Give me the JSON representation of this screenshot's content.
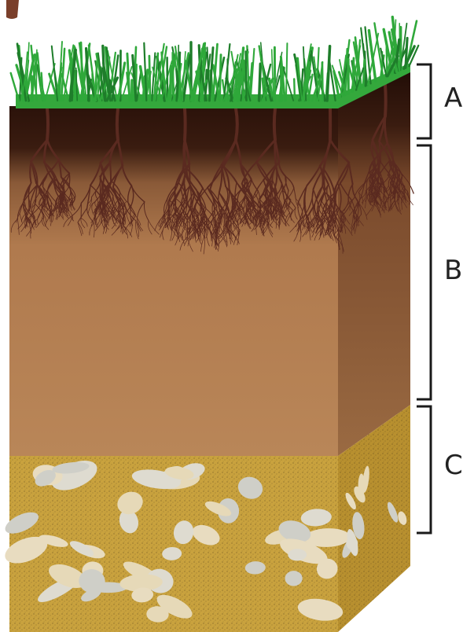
{
  "horizons": [
    {
      "id": "A",
      "label": "A"
    },
    {
      "id": "B",
      "label": "B"
    },
    {
      "id": "C",
      "label": "C"
    }
  ],
  "colors": {
    "grass": "#2fa83a",
    "grass_dark": "#1e7d2a",
    "topsoil": "#3a1c10",
    "subsoil": "#a8744a",
    "subsoil_light": "#c08a5a",
    "parent_material": "#c9a23e",
    "parent_material_side": "#b8902f",
    "roots": "#5a2a20",
    "rocks": "#dcdcd2",
    "bracket": "#1a1a1a"
  }
}
